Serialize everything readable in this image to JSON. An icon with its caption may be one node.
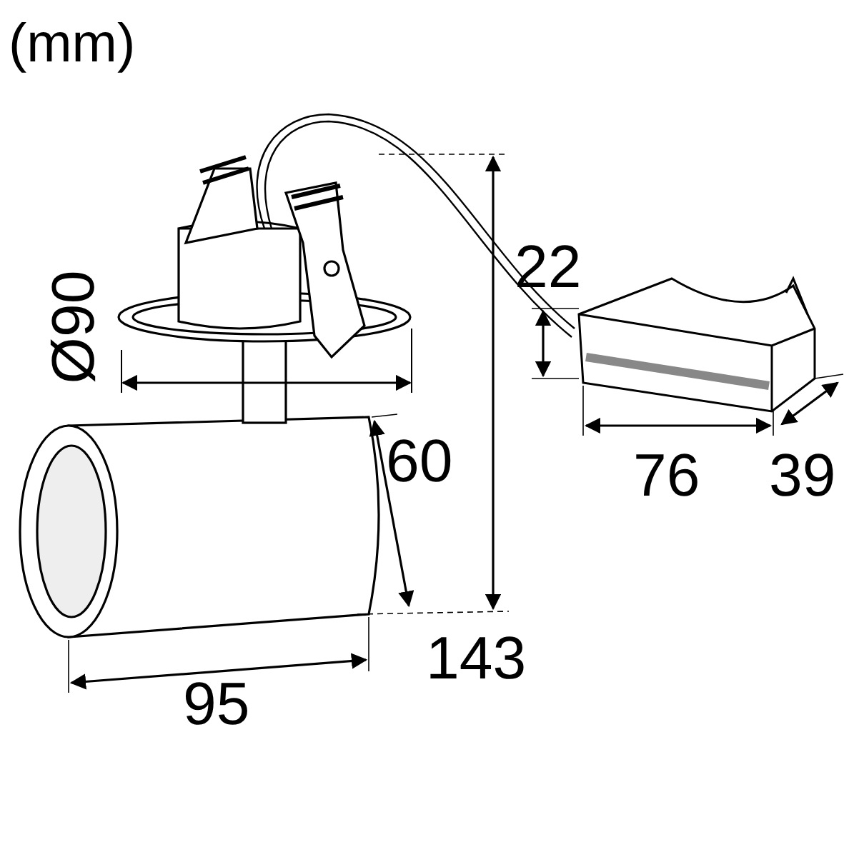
{
  "diagram": {
    "labels": [
      "(mm)",
      "Ø90",
      "22",
      "60",
      "76",
      "39",
      "95",
      "143"
    ]
  }
}
